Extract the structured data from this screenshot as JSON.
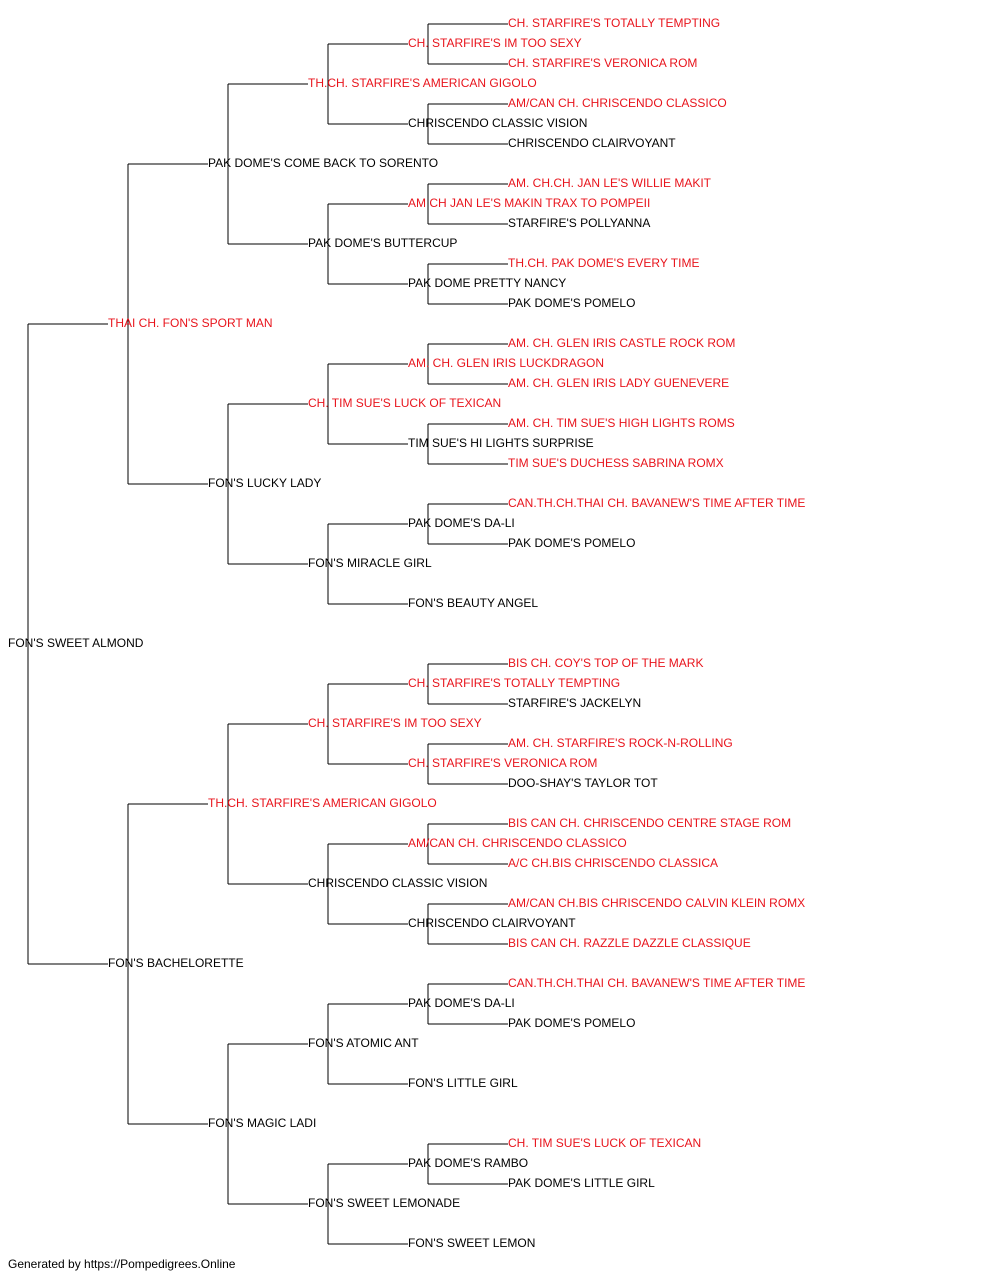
{
  "colors": {
    "champion": "#e8141c",
    "normal": "#000000",
    "line": "#000000"
  },
  "footer": "Generated by https://Pompedigrees.Online",
  "pedigree": {
    "name": "FON'S SWEET ALMOND",
    "ch": false,
    "sire": {
      "name": "THAI CH. FON'S SPORT MAN",
      "ch": true,
      "sire": {
        "name": "PAK DOME'S COME BACK TO SORENTO",
        "ch": false,
        "sire": {
          "name": "TH.CH. STARFIRE'S AMERICAN GIGOLO",
          "ch": true,
          "sire": {
            "name": "CH. STARFIRE'S IM TOO SEXY",
            "ch": true,
            "sire": {
              "name": "CH. STARFIRE'S TOTALLY TEMPTING",
              "ch": true
            },
            "dam": {
              "name": "CH. STARFIRE'S VERONICA ROM",
              "ch": true
            }
          },
          "dam": {
            "name": "CHRISCENDO CLASSIC VISION",
            "ch": false,
            "sire": {
              "name": "AM/CAN CH. CHRISCENDO CLASSICO",
              "ch": true
            },
            "dam": {
              "name": "CHRISCENDO CLAIRVOYANT",
              "ch": false
            }
          }
        },
        "dam": {
          "name": "PAK DOME'S BUTTERCUP",
          "ch": false,
          "sire": {
            "name": "AM CH JAN LE'S MAKIN TRAX TO POMPEII",
            "ch": true,
            "sire": {
              "name": "AM. CH.CH. JAN LE'S WILLIE MAKIT",
              "ch": true
            },
            "dam": {
              "name": "STARFIRE'S POLLYANNA",
              "ch": false
            }
          },
          "dam": {
            "name": "PAK DOME PRETTY NANCY",
            "ch": false,
            "sire": {
              "name": "TH.CH. PAK DOME'S EVERY TIME",
              "ch": true
            },
            "dam": {
              "name": "PAK DOME'S POMELO",
              "ch": false
            }
          }
        }
      },
      "dam": {
        "name": "FON'S LUCKY LADY",
        "ch": false,
        "sire": {
          "name": "CH. TIM SUE'S LUCK OF TEXICAN",
          "ch": true,
          "sire": {
            "name": "AM. CH. GLEN IRIS LUCKDRAGON",
            "ch": true,
            "sire": {
              "name": "AM. CH. GLEN IRIS CASTLE ROCK ROM",
              "ch": true
            },
            "dam": {
              "name": "AM. CH. GLEN IRIS LADY GUENEVERE",
              "ch": true
            }
          },
          "dam": {
            "name": "TIM SUE'S HI LIGHTS SURPRISE",
            "ch": false,
            "sire": {
              "name": "AM. CH. TIM SUE'S HIGH LIGHTS ROMS",
              "ch": true
            },
            "dam": {
              "name": "TIM SUE'S DUCHESS SABRINA ROMX",
              "ch": true
            }
          }
        },
        "dam": {
          "name": "FON'S MIRACLE GIRL",
          "ch": false,
          "sire": {
            "name": "PAK DOME'S DA-LI",
            "ch": false,
            "sire": {
              "name": "CAN.TH.CH.THAI CH. BAVANEW'S TIME AFTER TIME",
              "ch": true
            },
            "dam": {
              "name": "PAK DOME'S POMELO",
              "ch": false
            }
          },
          "dam": {
            "name": "FON'S BEAUTY ANGEL",
            "ch": false
          }
        }
      }
    },
    "dam": {
      "name": "FON'S BACHELORETTE",
      "ch": false,
      "sire": {
        "name": "TH.CH. STARFIRE'S AMERICAN GIGOLO",
        "ch": true,
        "sire": {
          "name": "CH. STARFIRE'S IM TOO SEXY",
          "ch": true,
          "sire": {
            "name": "CH. STARFIRE'S TOTALLY TEMPTING",
            "ch": true,
            "sire": {
              "name": "BIS CH. COY'S TOP OF THE MARK",
              "ch": true
            },
            "dam": {
              "name": "STARFIRE'S JACKELYN",
              "ch": false
            }
          },
          "dam": {
            "name": "CH. STARFIRE'S VERONICA ROM",
            "ch": true,
            "sire": {
              "name": "AM. CH. STARFIRE'S ROCK-N-ROLLING",
              "ch": true
            },
            "dam": {
              "name": "DOO-SHAY'S TAYLOR TOT",
              "ch": false
            }
          }
        },
        "dam": {
          "name": "CHRISCENDO CLASSIC VISION",
          "ch": false,
          "sire": {
            "name": "AM/CAN CH. CHRISCENDO CLASSICO",
            "ch": true,
            "sire": {
              "name": "BIS CAN CH. CHRISCENDO CENTRE STAGE ROM",
              "ch": true
            },
            "dam": {
              "name": "A/C CH.BIS CHRISCENDO CLASSICA",
              "ch": true
            }
          },
          "dam": {
            "name": "CHRISCENDO CLAIRVOYANT",
            "ch": false,
            "sire": {
              "name": "AM/CAN CH.BIS CHRISCENDO CALVIN KLEIN ROMX",
              "ch": true
            },
            "dam": {
              "name": "BIS CAN CH. RAZZLE DAZZLE CLASSIQUE",
              "ch": true
            }
          }
        }
      },
      "dam": {
        "name": "FON'S MAGIC LADI",
        "ch": false,
        "sire": {
          "name": "FON'S ATOMIC ANT",
          "ch": false,
          "sire": {
            "name": "PAK DOME'S DA-LI",
            "ch": false,
            "sire": {
              "name": "CAN.TH.CH.THAI CH. BAVANEW'S TIME AFTER TIME",
              "ch": true
            },
            "dam": {
              "name": "PAK DOME'S POMELO",
              "ch": false
            }
          },
          "dam": {
            "name": "FON'S LITTLE GIRL",
            "ch": false
          }
        },
        "dam": {
          "name": "FON'S SWEET LEMONADE",
          "ch": false,
          "sire": {
            "name": "PAK DOME'S RAMBO",
            "ch": false,
            "sire": {
              "name": "CH. TIM SUE'S LUCK OF TEXICAN",
              "ch": true
            },
            "dam": {
              "name": "PAK DOME'S LITTLE GIRL",
              "ch": false
            }
          },
          "dam": {
            "name": "FON'S SWEET LEMON",
            "ch": false
          }
        }
      }
    }
  }
}
